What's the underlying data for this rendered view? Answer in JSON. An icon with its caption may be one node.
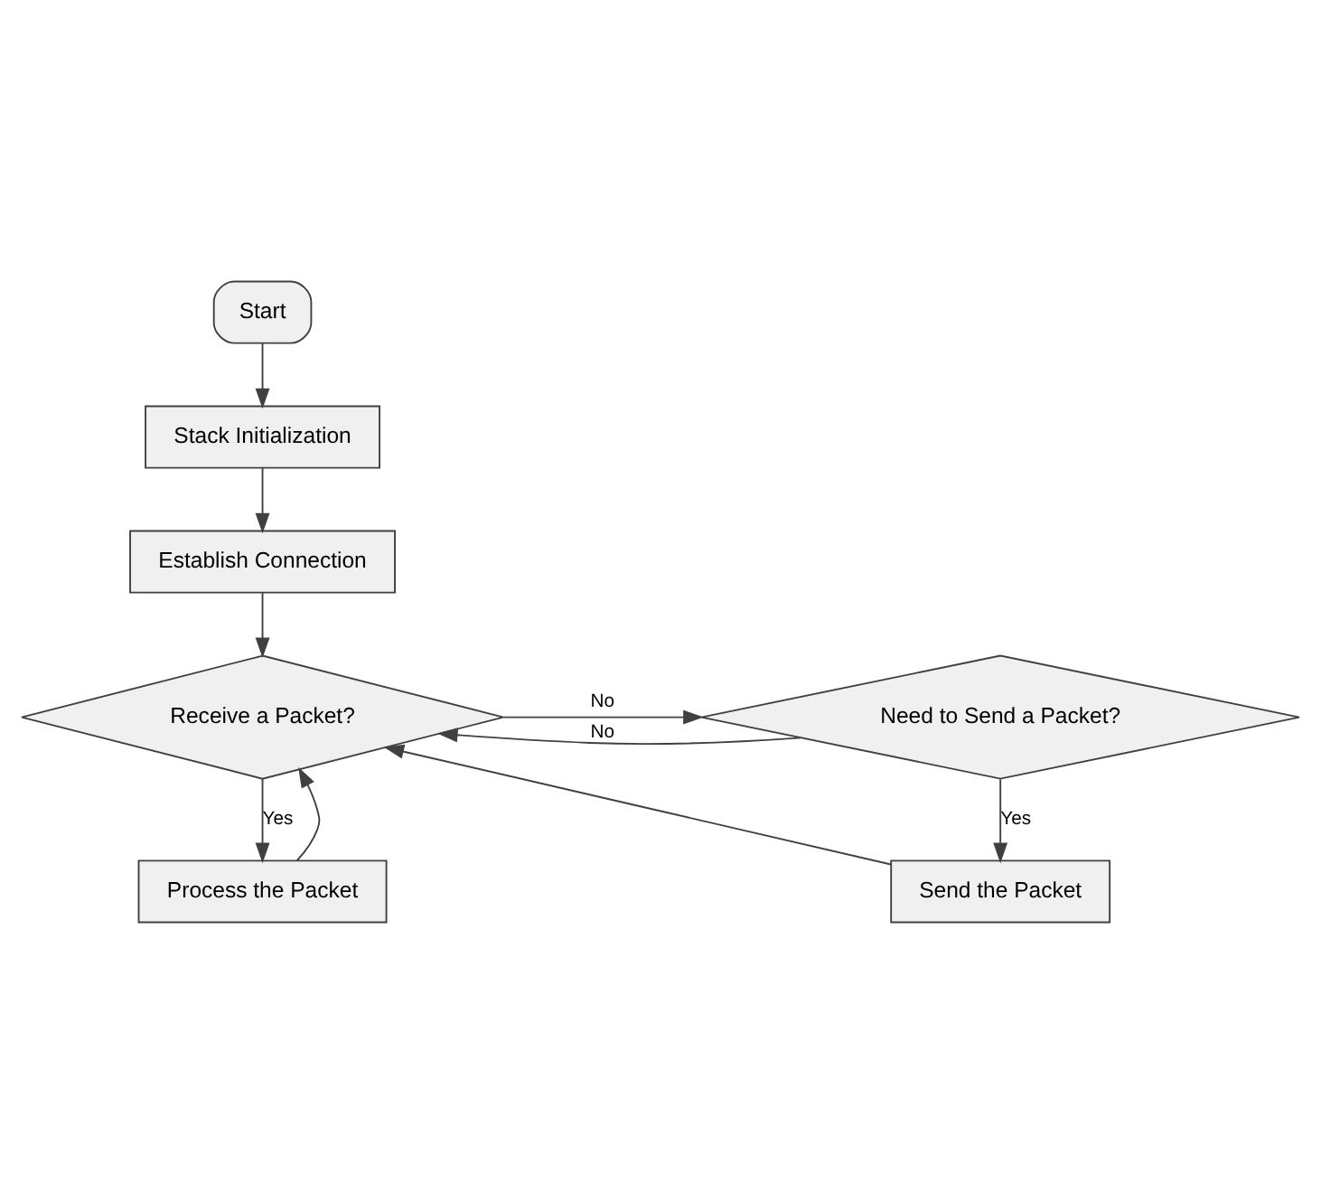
{
  "diagram": {
    "nodes": [
      {
        "text": [
          "Start"
        ]
      },
      {
        "text": [
          "Stack Initialization"
        ]
      },
      {
        "text": [
          "Establish Connection"
        ]
      },
      {
        "text": [
          "Receive a Packet?"
        ]
      },
      {
        "text": [
          "Need to Send a Packet?"
        ]
      },
      {
        "text": [
          "Process the Packet"
        ]
      },
      {
        "text": [
          "Send the Packet"
        ]
      }
    ],
    "edges": [
      {
        "from": 0,
        "to": 1,
        "arrow": "to"
      },
      {
        "from": 1,
        "to": 2,
        "arrow": "to"
      },
      {
        "from": 2,
        "to": 3,
        "arrow": "to"
      },
      {
        "from": 3,
        "to": 4,
        "arrow": "to",
        "label": "No"
      },
      {
        "from": 3,
        "to": 5,
        "arrow": "to",
        "label": "Yes"
      },
      {
        "from": 4,
        "to": 6,
        "arrow": "to",
        "label": "Yes"
      },
      {
        "from": 5,
        "to": 3,
        "arrow": "to"
      },
      {
        "from": 4,
        "to": 3,
        "arrow": "to",
        "label": "No"
      },
      {
        "from": 6,
        "to": 3,
        "arrow": "to"
      }
    ]
  }
}
